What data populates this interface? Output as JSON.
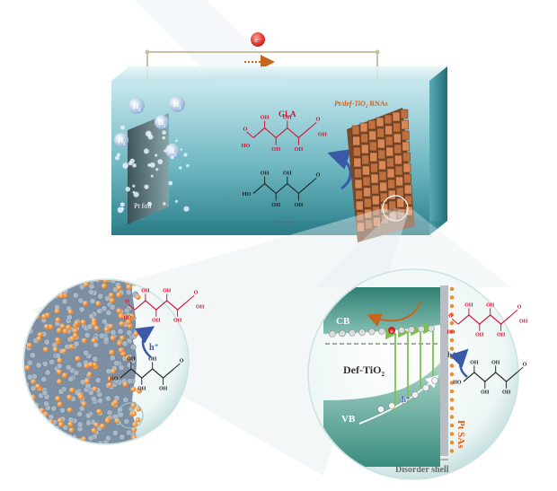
{
  "cell": {
    "electron_label": "e⁻",
    "h2_label": "H",
    "h2_subscript": "2",
    "pt_foil_label": "Pt foil",
    "gla_label": "GLA",
    "rna_label": "Pt/def-TiO",
    "rna_subscript": "2",
    "rna_suffix": " RNAs",
    "glucose_label": "Glucose"
  },
  "left_zoom": {
    "hole_label": "h⁺"
  },
  "right_zoom": {
    "cb_label": "CB",
    "vb_label": "VB",
    "material_label": "Def-TiO",
    "material_subscript": "2",
    "hole_label_top": "h⁺",
    "hole_label_vb": "h⁺",
    "electron_marker": "e",
    "pt_sas_label": "Pt SAs",
    "disorder_shell_label": "Disorder shell"
  },
  "molecule_atoms": {
    "O": "O",
    "OH": "OH",
    "HO": "HO"
  },
  "colors": {
    "water_top": "#bfe4ea",
    "water_bottom": "#2f8a93",
    "gla_red": "#d4112f",
    "orange_label": "#d9601a",
    "pt_orange": "#f08a24",
    "cb_green": "#3d8f80",
    "arrow_green": "#7cc24a",
    "hole_blue": "#3a5aa8"
  }
}
